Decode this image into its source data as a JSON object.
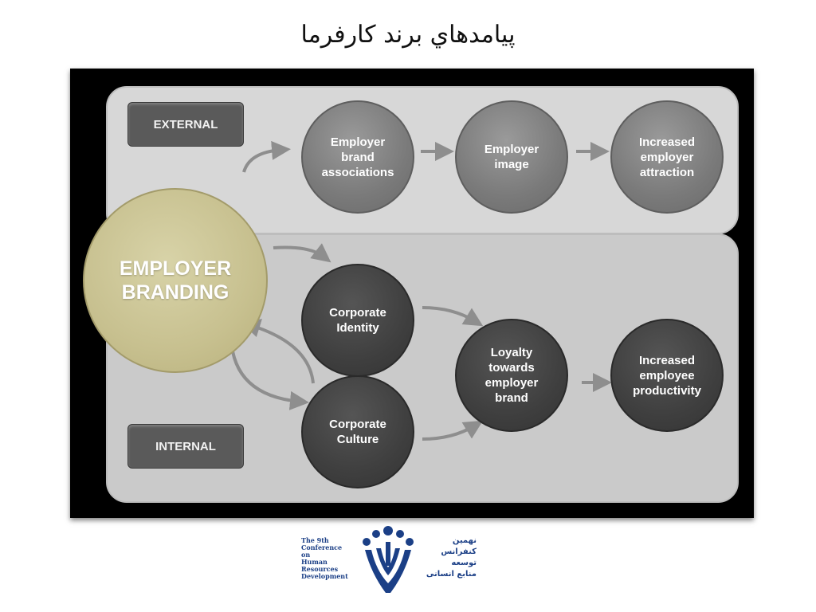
{
  "title": "پیامدهاي برند کارفرما",
  "tags": {
    "external": "EXTERNAL",
    "internal": "INTERNAL"
  },
  "main": "EMPLOYER BRANDING",
  "external_nodes": [
    "Employer brand associations",
    "Employer image",
    "Increased employer attraction"
  ],
  "internal_nodes": {
    "identity": "Corporate Identity",
    "culture": "Corporate Culture",
    "loyalty": "Loyalty towards employer brand",
    "productivity": "Increased employee productivity"
  },
  "logo": {
    "english": [
      "The 9th",
      "Conference",
      "on",
      "Human",
      "Resources",
      "Development"
    ],
    "persian": [
      "نهمین",
      "کنفرانس",
      "توسعه",
      "منابع انسانی"
    ]
  },
  "colors": {
    "main_circle": "#c7c08f",
    "external_circles": "#7a7a7a",
    "internal_circles": "#3f3f3f",
    "logo": "#1b3f86"
  }
}
